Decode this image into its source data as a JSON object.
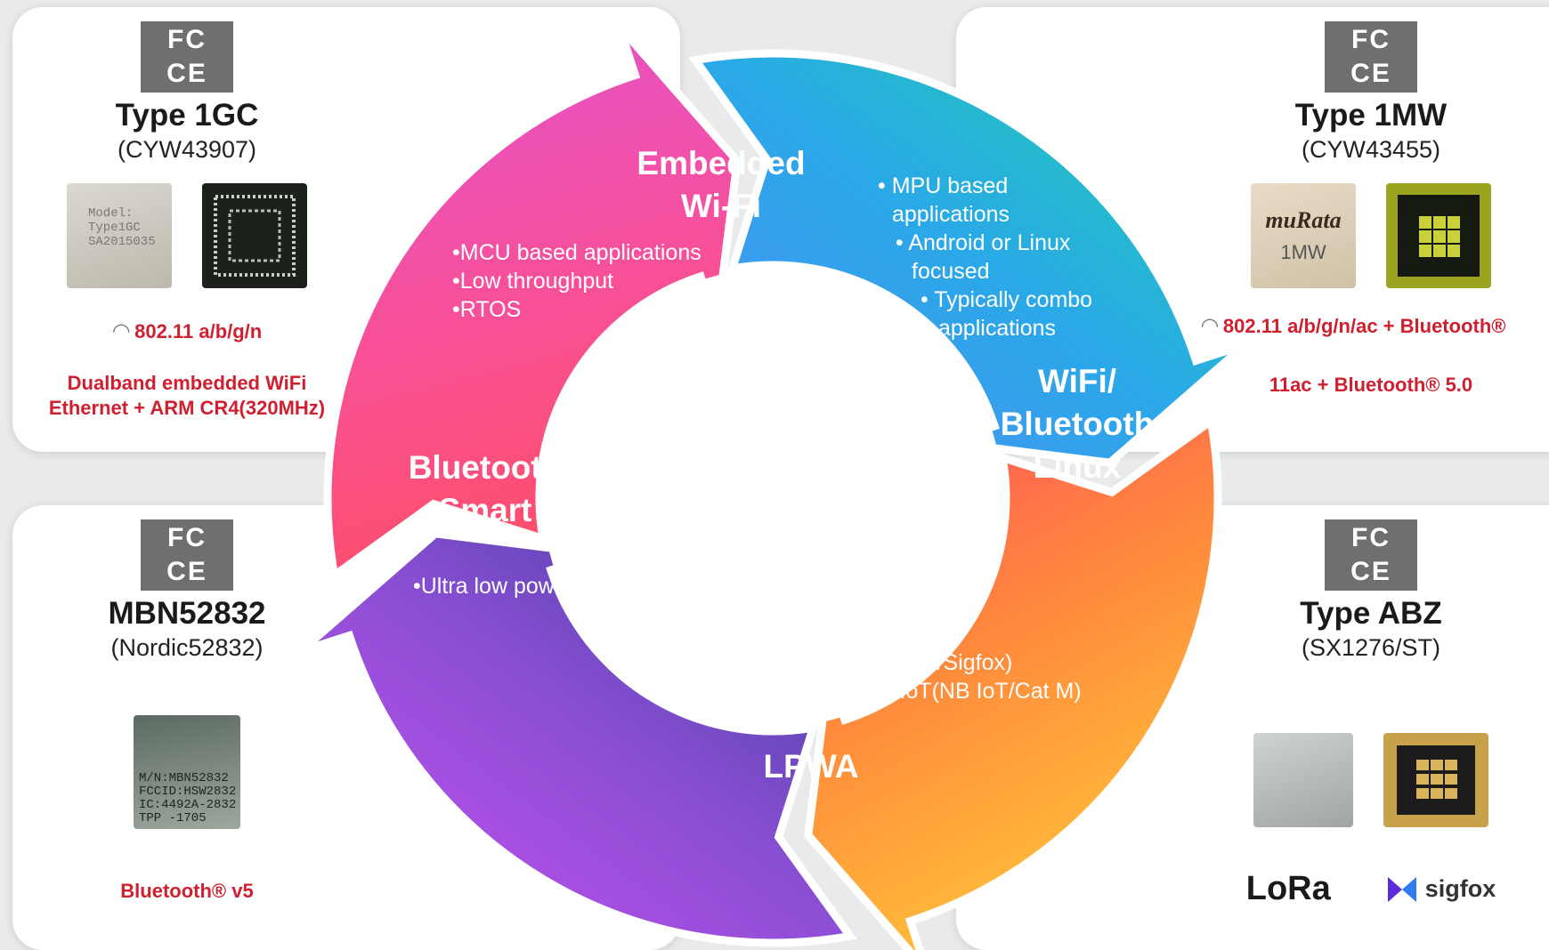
{
  "cert_mark": "FC CE",
  "modules": {
    "tl": {
      "title": "Type 1GC",
      "subtitle": "(CYW43907)",
      "chip_text": [
        "Model:",
        "Type1GC",
        "SA2015035"
      ],
      "feature": "802.11 a/b/g/n",
      "notes": [
        "Dualband embedded WiFi",
        "Ethernet + ARM CR4(320MHz)"
      ]
    },
    "tr": {
      "title": "Type 1MW",
      "subtitle": "(CYW43455)",
      "chip_brand": "muRata",
      "chip_label": "1MW",
      "feature": "802.11 a/b/g/n/ac + Bluetooth®",
      "notes": [
        "11ac + Bluetooth® 5.0"
      ]
    },
    "bl": {
      "title": "MBN52832",
      "subtitle": "(Nordic52832)",
      "chip_text": [
        "M/N:MBN52832",
        "FCCID:HSW2832",
        "IC:4492A-2832",
        "TPP -1705"
      ],
      "notes": [
        "Bluetooth® v5"
      ]
    },
    "br": {
      "title": "Type ABZ",
      "subtitle": "(SX1276/ST)",
      "logos": [
        "LoRa",
        "sigfox"
      ]
    }
  },
  "ring": {
    "wifi": {
      "title_l1": "Embedded",
      "title_l2": "Wi-Fi",
      "bullets": [
        "•MCU based applications",
        "•Low throughput",
        "•RTOS"
      ]
    },
    "linux": {
      "title_l1": "WiFi/",
      "title_l2": "Bluetooth",
      "title_l3": "Linux",
      "bullets": [
        "• MPU based",
        "applications",
        "• Android or Linux",
        "focused",
        "• Typically combo",
        "applications"
      ]
    },
    "lpwa": {
      "title": "LPWA",
      "bullets": [
        "•LPWA (Lora/Sigfox)",
        "•Cellular IoT(NB IoT/Cat M)"
      ]
    },
    "ble": {
      "title_l1": "Bluetooth",
      "title_l2": "Smart",
      "bullets": [
        "•Ultra low power"
      ]
    }
  },
  "colors": {
    "wifi": [
      "#1fd2a8",
      "#2aa8e8",
      "#4f8ef5"
    ],
    "linux": [
      "#ff4f5c",
      "#ff8a3c",
      "#ffc23a"
    ],
    "lpwa": [
      "#3c3f9e",
      "#8e4fd6",
      "#cc4ff0"
    ],
    "ble": [
      "#ff4f67",
      "#f7509a",
      "#e453c9"
    ],
    "accent_red": "#d0202f"
  }
}
